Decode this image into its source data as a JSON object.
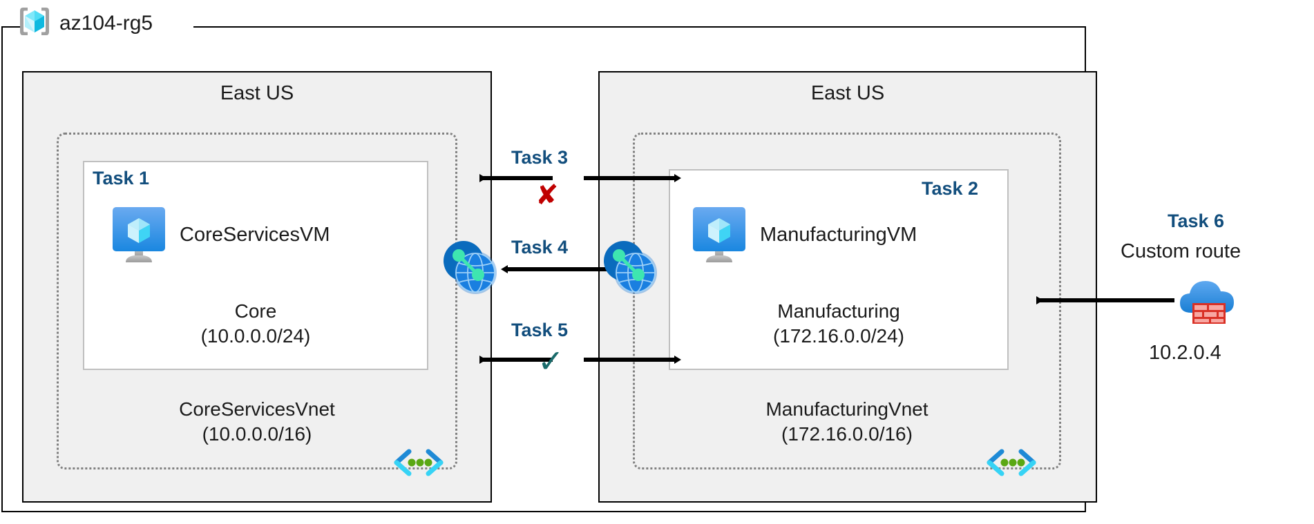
{
  "diagram": {
    "resource_group": {
      "name": "az104-rg5",
      "icon": "azure-resource-group-icon"
    },
    "left_region": {
      "label": "East US",
      "vnet": {
        "name": "CoreServicesVnet",
        "cidr": "(10.0.0.0/16)",
        "icon": "subnet-brackets-icon"
      },
      "subnet": {
        "name": "Core",
        "cidr": "(10.0.0.0/24)"
      },
      "task": "Task 1",
      "vm": {
        "name": "CoreServicesVM",
        "icon": "virtual-machine-icon"
      }
    },
    "right_region": {
      "label": "East US",
      "vnet": {
        "name": "ManufacturingVnet",
        "cidr": "(172.16.0.0/16)",
        "icon": "subnet-brackets-icon"
      },
      "subnet": {
        "name": "Manufacturing",
        "cidr": "(172.16.0.0/24)"
      },
      "task": "Task 2",
      "vm": {
        "name": "ManufacturingVM",
        "icon": "virtual-machine-icon"
      }
    },
    "connections": [
      {
        "task": "Task 3",
        "marker": "✘",
        "marker_type": "cross"
      },
      {
        "task": "Task 4",
        "marker": "",
        "marker_type": "none"
      },
      {
        "task": "Task 5",
        "marker": "✓",
        "marker_type": "check"
      }
    ],
    "peering": {
      "left_icon": "vnet-peering-icon",
      "right_icon": "vnet-peering-icon"
    },
    "custom_route": {
      "task": "Task 6",
      "title": "Custom route",
      "address": "10.2.0.4",
      "icon": "azure-firewall-icon"
    },
    "colors": {
      "task_blue": "#124e7d",
      "cross_red": "#c00000",
      "check_teal": "#1a6b6b",
      "region_fill": "#f0f0f0",
      "azure_blue": "#0078d4"
    }
  }
}
